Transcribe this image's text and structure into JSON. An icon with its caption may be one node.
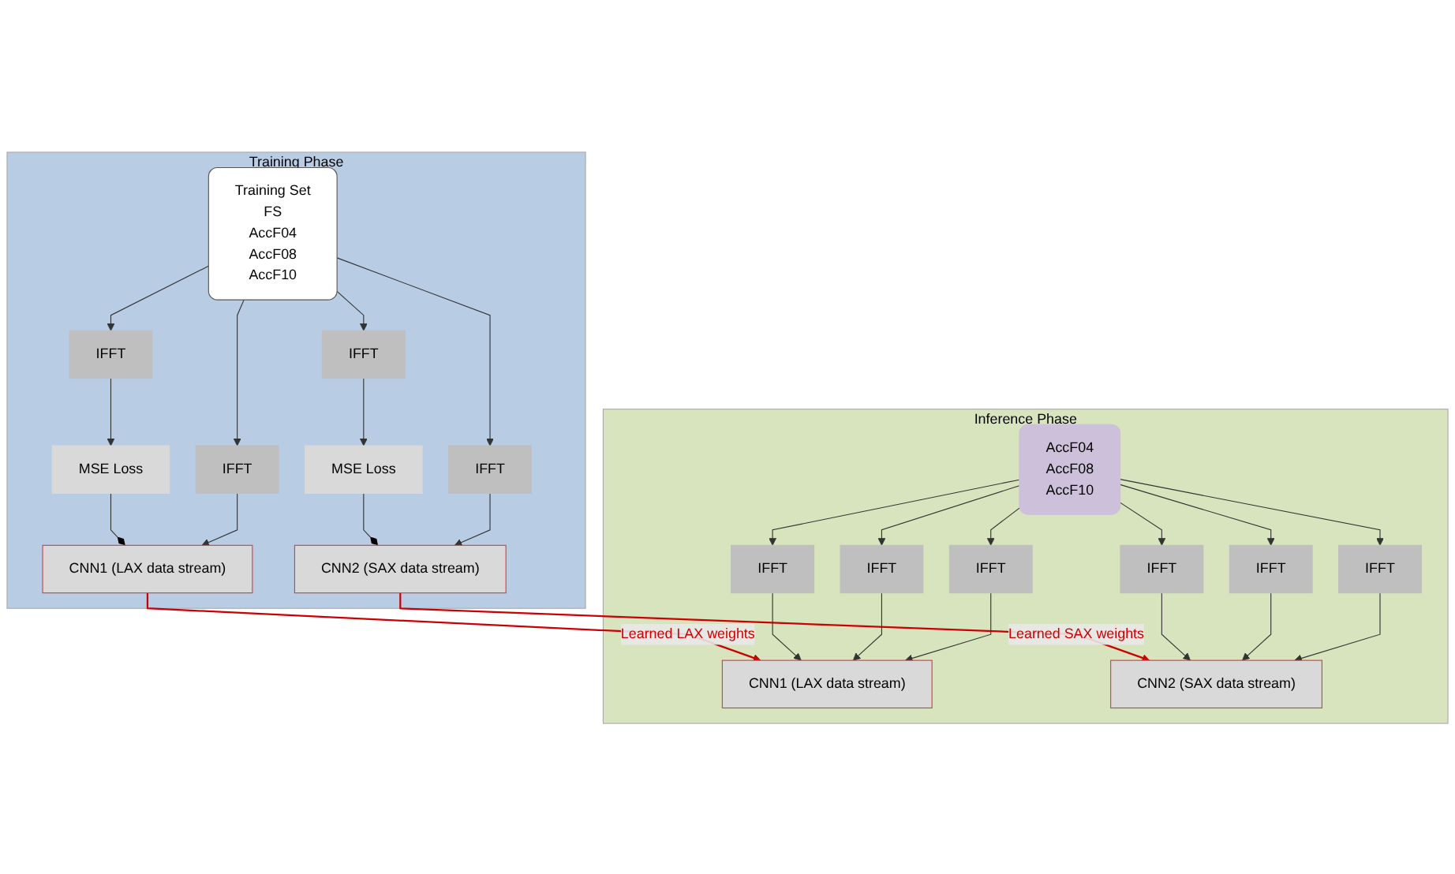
{
  "diagram": {
    "nodes": [
      {
        "text": [
          "Training Phase"
        ]
      },
      {
        "text": [
          "CNN1 (LAX data stream)"
        ],
        "in": 0
      },
      {
        "text": [
          "MSE Loss"
        ],
        "in": 0
      },
      {
        "text": [
          "IFFT"
        ],
        "in": 0
      },
      {
        "text": [
          "IFFT"
        ],
        "in": 0
      },
      {
        "text": [
          "Training Set",
          "FS",
          "AccF04",
          "AccF08",
          "AccF10"
        ],
        "in": 0
      },
      {
        "text": [
          "IFFT"
        ],
        "in": 0
      },
      {
        "text": [
          "IFFT"
        ],
        "in": 0
      },
      {
        "text": [
          "MSE Loss"
        ],
        "in": 0
      },
      {
        "text": [
          "CNN2 (SAX data stream)"
        ],
        "in": 0
      },
      {
        "text": [
          "Inference Phase"
        ]
      },
      {
        "text": [
          "CNN1 (LAX data stream)"
        ],
        "in": 10
      },
      {
        "text": [
          "IFFT"
        ],
        "in": 10
      },
      {
        "text": [
          "IFFT"
        ],
        "in": 10
      },
      {
        "text": [
          "IFFT"
        ],
        "in": 10
      },
      {
        "text": [
          "AccF04",
          "AccF08",
          "AccF10"
        ],
        "in": 10
      },
      {
        "text": [
          "IFFT"
        ],
        "in": 10
      },
      {
        "text": [
          "IFFT"
        ],
        "in": 10
      },
      {
        "text": [
          "IFFT"
        ],
        "in": 10
      },
      {
        "text": [
          "CNN2 (SAX data stream)"
        ],
        "in": 10
      }
    ],
    "edges": [
      {
        "from": 1,
        "to": 11,
        "arrow": "to",
        "label": "Learned LAX weights",
        "color": "#cc0000"
      },
      {
        "from": 2,
        "to": 1,
        "arrow": "other"
      },
      {
        "from": 3,
        "to": 2,
        "arrow": "to"
      },
      {
        "from": 4,
        "to": 1,
        "arrow": "to"
      },
      {
        "from": 5,
        "to": 3,
        "arrow": "to"
      },
      {
        "from": 5,
        "to": 4,
        "arrow": "to"
      },
      {
        "from": 5,
        "to": 6,
        "arrow": "to"
      },
      {
        "from": 5,
        "to": 7,
        "arrow": "to"
      },
      {
        "from": 6,
        "to": 8,
        "arrow": "to"
      },
      {
        "from": 8,
        "to": 9,
        "arrow": "other"
      },
      {
        "from": 7,
        "to": 9,
        "arrow": "to"
      },
      {
        "from": 9,
        "to": 19,
        "arrow": "to",
        "label": "Learned SAX weights",
        "color": "#cc0000"
      },
      {
        "from": 12,
        "to": 11,
        "arrow": "to"
      },
      {
        "from": 13,
        "to": 11,
        "arrow": "to"
      },
      {
        "from": 14,
        "to": 11,
        "arrow": "to"
      },
      {
        "from": 15,
        "to": 12,
        "arrow": "to"
      },
      {
        "from": 15,
        "to": 13,
        "arrow": "to"
      },
      {
        "from": 15,
        "to": 14,
        "arrow": "to"
      },
      {
        "from": 15,
        "to": 16,
        "arrow": "to"
      },
      {
        "from": 15,
        "to": 17,
        "arrow": "to"
      },
      {
        "from": 15,
        "to": 18,
        "arrow": "to"
      },
      {
        "from": 16,
        "to": 19,
        "arrow": "to"
      },
      {
        "from": 17,
        "to": 19,
        "arrow": "to"
      },
      {
        "from": 18,
        "to": 19,
        "arrow": "to"
      }
    ]
  }
}
